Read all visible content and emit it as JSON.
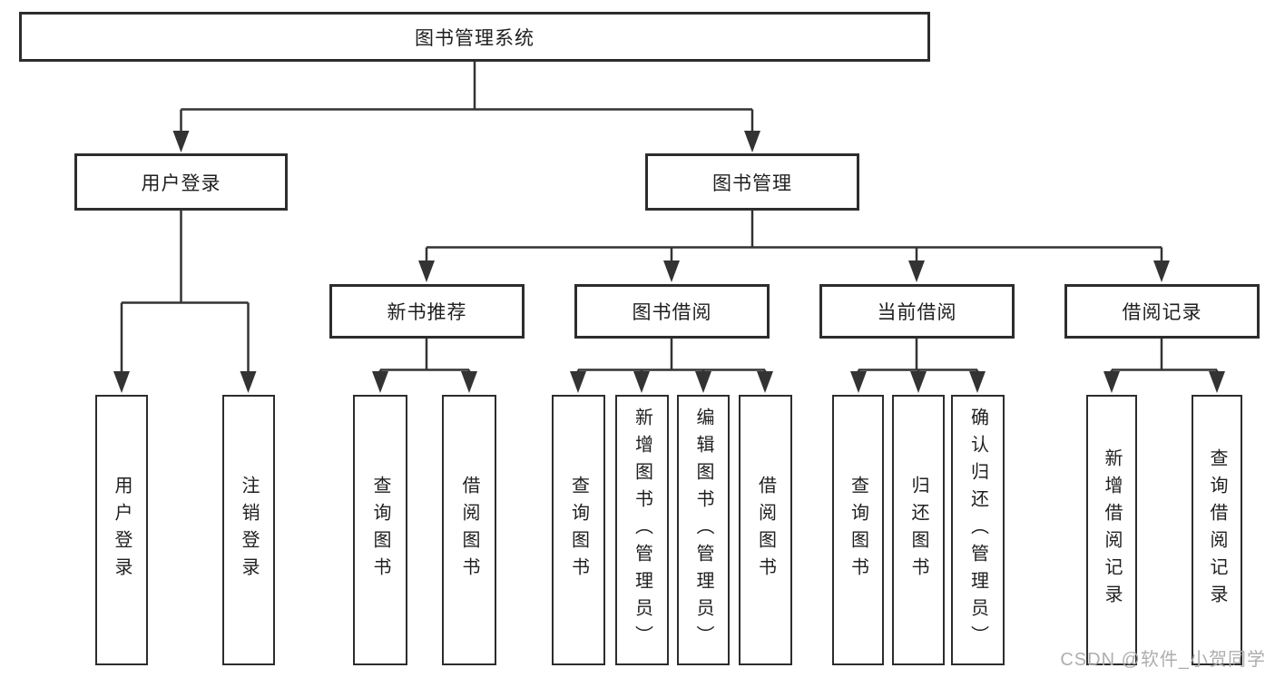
{
  "diagram": {
    "type": "hierarchy-tree",
    "colors": {
      "line": "#333333",
      "box_border": "#2d2d2d",
      "box_fill": "#ffffff",
      "text": "#1f1f1f",
      "watermark": "#aeaeae"
    },
    "tree": {
      "root": "图书管理系统",
      "level2": [
        {
          "label": "用户登录",
          "children": [
            "用户登录",
            "注销登录"
          ]
        },
        {
          "label": "图书管理",
          "groups": [
            {
              "label": "新书推荐",
              "children": [
                "查询图书",
                "借阅图书"
              ]
            },
            {
              "label": "图书借阅",
              "children": [
                "查询图书",
                "新增图书（管理员）",
                "编辑图书（管理员）",
                "借阅图书"
              ]
            },
            {
              "label": "当前借阅",
              "children": [
                "查询图书",
                "归还图书",
                "确认归还（管理员）"
              ]
            },
            {
              "label": "借阅记录",
              "children": [
                "新增借阅记录",
                "查询借阅记录"
              ]
            }
          ]
        }
      ]
    },
    "watermark": "CSDN @软件_小贺同学"
  }
}
